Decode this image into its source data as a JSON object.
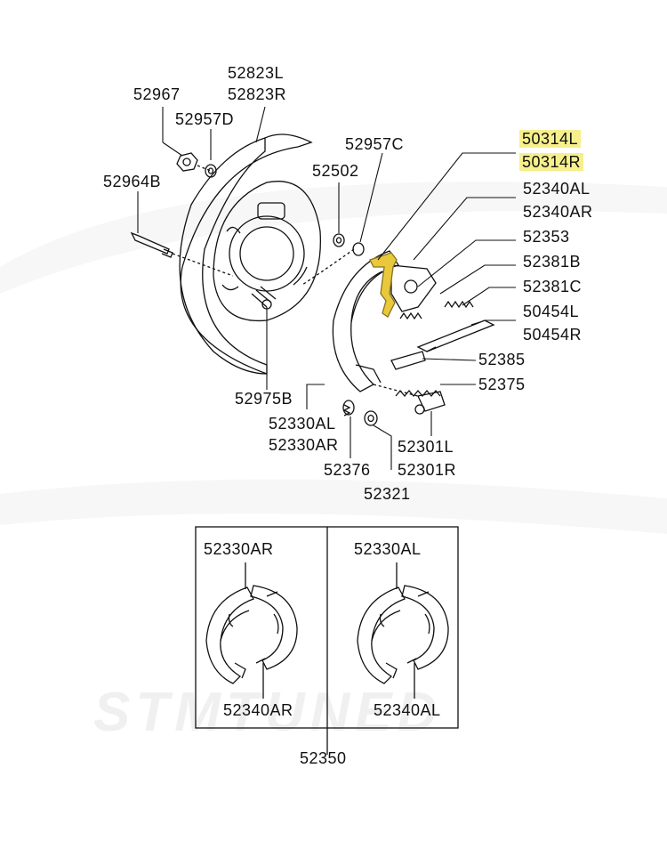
{
  "watermark": "STMTUNED",
  "highlight_color": "#f6ef8c",
  "part_highlight_color": "#e9c93c",
  "labels": {
    "p52823L": "52823L",
    "p52823R": "52823R",
    "p52967": "52967",
    "p52957D": "52957D",
    "p52957C": "52957C",
    "p52502": "52502",
    "p52964B": "52964B",
    "p50314L": "50314L",
    "p50314R": "50314R",
    "p52340AL": "52340AL",
    "p52340AR": "52340AR",
    "p52353": "52353",
    "p52381B": "52381B",
    "p52381C": "52381C",
    "p50454L": "50454L",
    "p50454R": "50454R",
    "p52385": "52385",
    "p52375": "52375",
    "p52975B": "52975B",
    "p52330AL": "52330AL",
    "p52330AR": "52330AR",
    "p52376": "52376",
    "p52301L": "52301L",
    "p52301R": "52301R",
    "p52321": "52321",
    "box_left_top": "52330AR",
    "box_left_bottom": "52340AR",
    "box_right_top": "52330AL",
    "box_right_bottom": "52340AL",
    "p52350": "52350"
  }
}
